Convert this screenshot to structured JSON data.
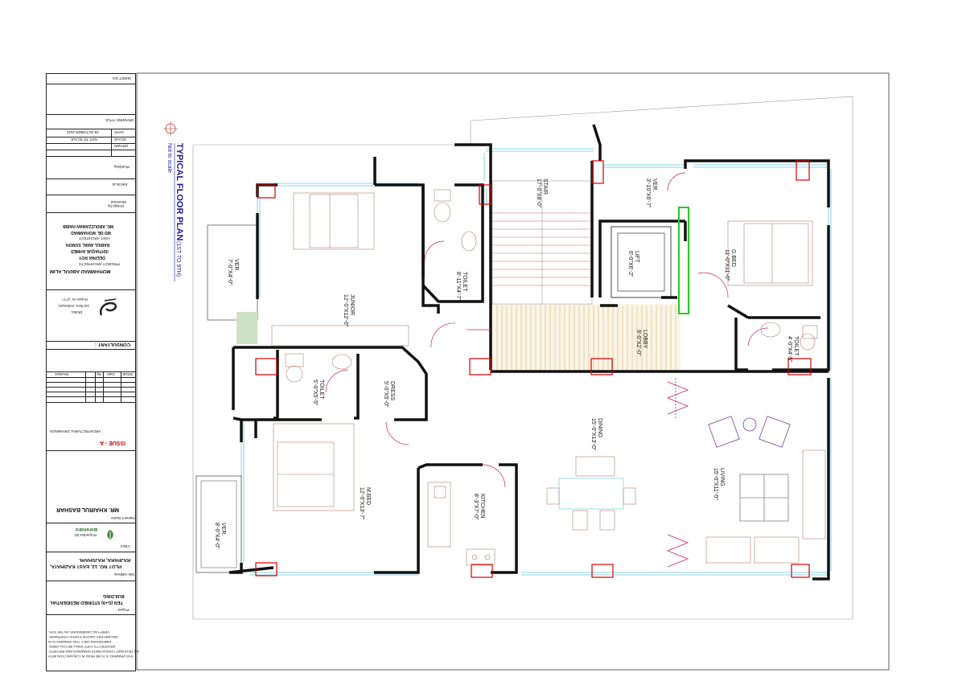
{
  "title_block": {
    "sheet_no_label": "SHEET NO.",
    "drawing_title_label": "DRAWING TITLE :",
    "date_label": "DATE",
    "date_value": "29 OCTOBER,2022",
    "scale_label": "SCALE",
    "scale_value": "NOT TO SCALE",
    "drawn_label": "DRAWN",
    "plumbing_label": "Plumbing",
    "electrical_label": "Electrical",
    "structural_label": "Structural",
    "design_by_label": "Design by",
    "designers": [
      "MD. ABDUZZAMAN HABIB",
      "MD DE. MOHAMMAD",
      "ASST. ARCHITECT",
      "RABIUL AWAL SUMON",
      "ISHTIAQUE AHMED",
      "DEEPAK ROY",
      "PROJECT ARCHITECTS",
      "MOHAMMAD ABDUL ALIM"
    ],
    "consultant_label": "CONSULTANT :",
    "consultant_address": [
      "House no. 1/\"A\",",
      "1st floor, Amberpet,",
      "Dhaka."
    ],
    "revision_headers": [
      "ISSUE",
      "Date",
      "By",
      "Revision"
    ],
    "issue_label": "ISSUE - A",
    "issue_sub": "ARCHITECTURAL DRAWINGS",
    "owner_name": "MR. KHAIRUL BASHAR",
    "owner_label": "Owner's Name",
    "client_label": "Client",
    "client_name": "Borendro",
    "client_sub": "Properties ltd.",
    "site_address_label": "Site Address",
    "site_address": [
      "PLOT NO. 12, EAST KAZIHATA,",
      "RAJPARA, RAJSHAHI."
    ],
    "project_label": "Project :",
    "project_name": [
      "TEN (G+9) STORIED RESIDENTIAL",
      "BUILDING"
    ],
    "notes": [
      "THIS DRAWING IS TO BE READ IN CONJUNCTION WITH",
      "ALL RELEVANT CONSULTANTS DRAWINGS AND REPORTS.",
      "ARCHITECT'S COPY SHALL BE FOLLOWED.",
      "DIMENSIONS ONLY, THIS DRAWING IS IN",
      "MILLIMETERS UNLESS STATED OTHERWISE.",
      "VERIFY ALL DIMENSIONS ON THE SITE."
    ]
  },
  "plan": {
    "title": "TYPICAL FLOOR PLAN",
    "title_suffix": "(1ST TO 9TH)",
    "subtitle": "Not to scale"
  },
  "rooms": [
    {
      "name": "STAIR",
      "size": "17'-0\"X8'-0\""
    },
    {
      "name": "VER.",
      "size": "3'-10\"X6'-7\""
    },
    {
      "name": "LIFT",
      "size": "6'-0\"X6'-2\""
    },
    {
      "name": "G.BED",
      "size": "11'-0\"X11'-0\""
    },
    {
      "name": "VER.",
      "size": "7'-0\"X4'-0\""
    },
    {
      "name": "JUNIOR",
      "size": "12'-0\"X12'-6\""
    },
    {
      "name": "TOILET",
      "size": "8'-11\"X4'-7\""
    },
    {
      "name": "LOBBY",
      "size": "9'-0\"X2'-0\""
    },
    {
      "name": "TOILET",
      "size": "4'-0\"X4'-5\""
    },
    {
      "name": "TOILET",
      "size": "5'-0\"X5'-5\""
    },
    {
      "name": "DRESS",
      "size": "5'-0\"X5'-0\""
    },
    {
      "name": "DINING",
      "size": "15'-0\"X13'-0\""
    },
    {
      "name": "LIVING",
      "size": "15'-0\"X11'-0\""
    },
    {
      "name": "M.BED",
      "size": "12'-0\"X13'-7\""
    },
    {
      "name": "KITCHEN",
      "size": "8'-3\"X7'-0\""
    },
    {
      "name": "VER.",
      "size": "8'-0\"X4'-0\""
    }
  ],
  "colors": {
    "wall": "#111111",
    "column": "#d40000",
    "window": "#66c8d8",
    "door": "#cc2266",
    "furniture": "#b08070",
    "lobby_floor": "#d8b478",
    "lift_door": "#22cc22",
    "title": "#1a1aa0"
  }
}
